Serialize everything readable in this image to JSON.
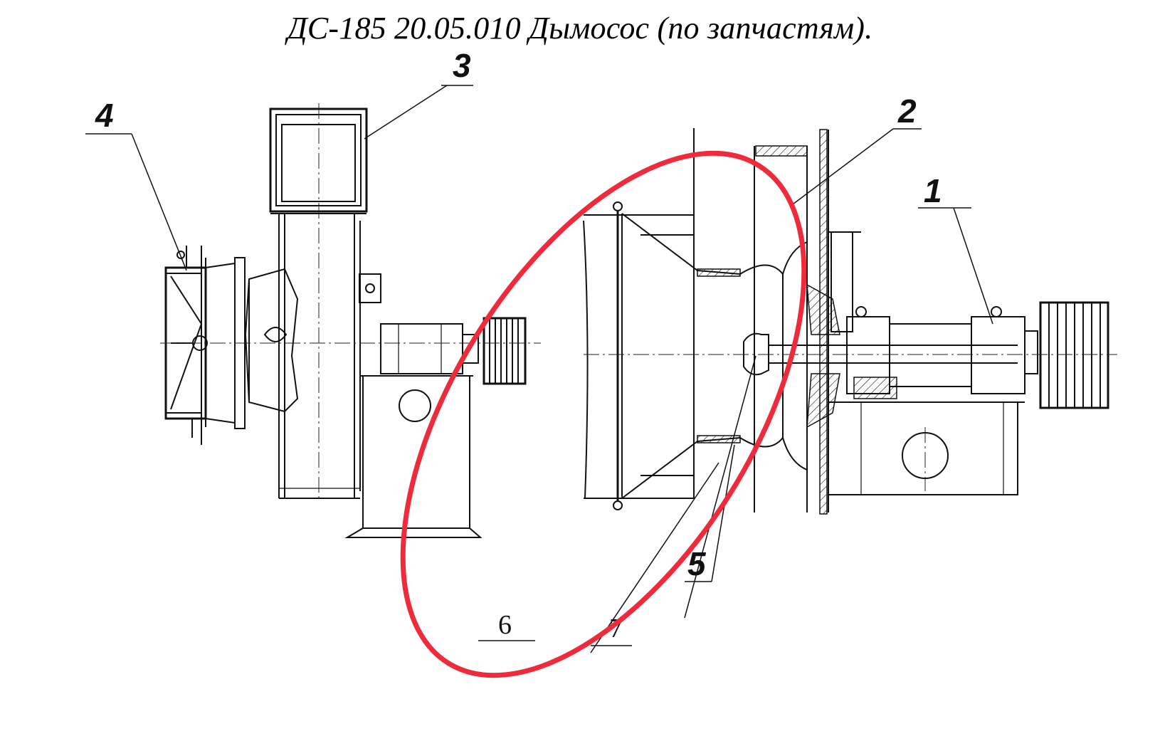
{
  "title": "ДС-185 20.05.010 Дымосос  (по запчастям).",
  "callouts": {
    "c1": "1",
    "c2": "2",
    "c3": "3",
    "c4": "4",
    "c5": "5",
    "c6": "6",
    "c7": "7"
  },
  "colors": {
    "line": "#111111",
    "highlight": "#ee2a3b",
    "background": "#ffffff"
  }
}
